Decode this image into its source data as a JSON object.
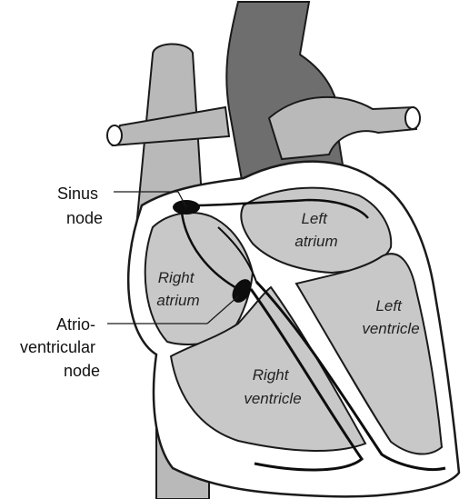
{
  "labels": {
    "sinus_node": [
      "Sinus",
      "node"
    ],
    "av_node": [
      "Atrio-",
      "ventricular",
      "node"
    ],
    "left_atrium": [
      "Left",
      "atrium"
    ],
    "right_atrium": [
      "Right",
      "atrium"
    ],
    "left_ventricle": [
      "Left",
      "ventricle"
    ],
    "right_ventricle": [
      "Right",
      "ventricle"
    ]
  },
  "colors": {
    "outline": "#1a1a1a",
    "vessel_light": "#b9b9b9",
    "vessel_dark": "#6e6e6e",
    "wall": "#ffffff",
    "chamber": "#c8c8c8",
    "node": "#0d0d0d"
  }
}
